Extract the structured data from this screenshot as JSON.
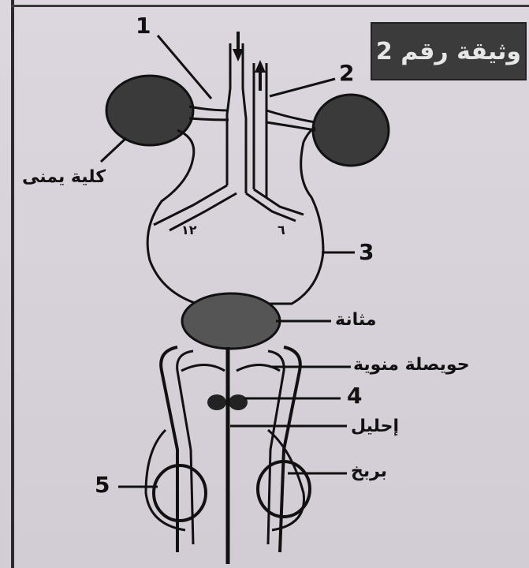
{
  "title": "وثيقة رقم 2",
  "labels": {
    "n1": "1",
    "n2": "2",
    "n3": "3",
    "n4": "4",
    "n5": "5",
    "right_kidney": "كلية يمنى",
    "bladder": "مثانة",
    "seminal_vesicle": "حويصلة منوية",
    "urethra": "إحليل",
    "scrotum": "بربخ",
    "mark_left": "١٢",
    "mark_right": "٦"
  }
}
